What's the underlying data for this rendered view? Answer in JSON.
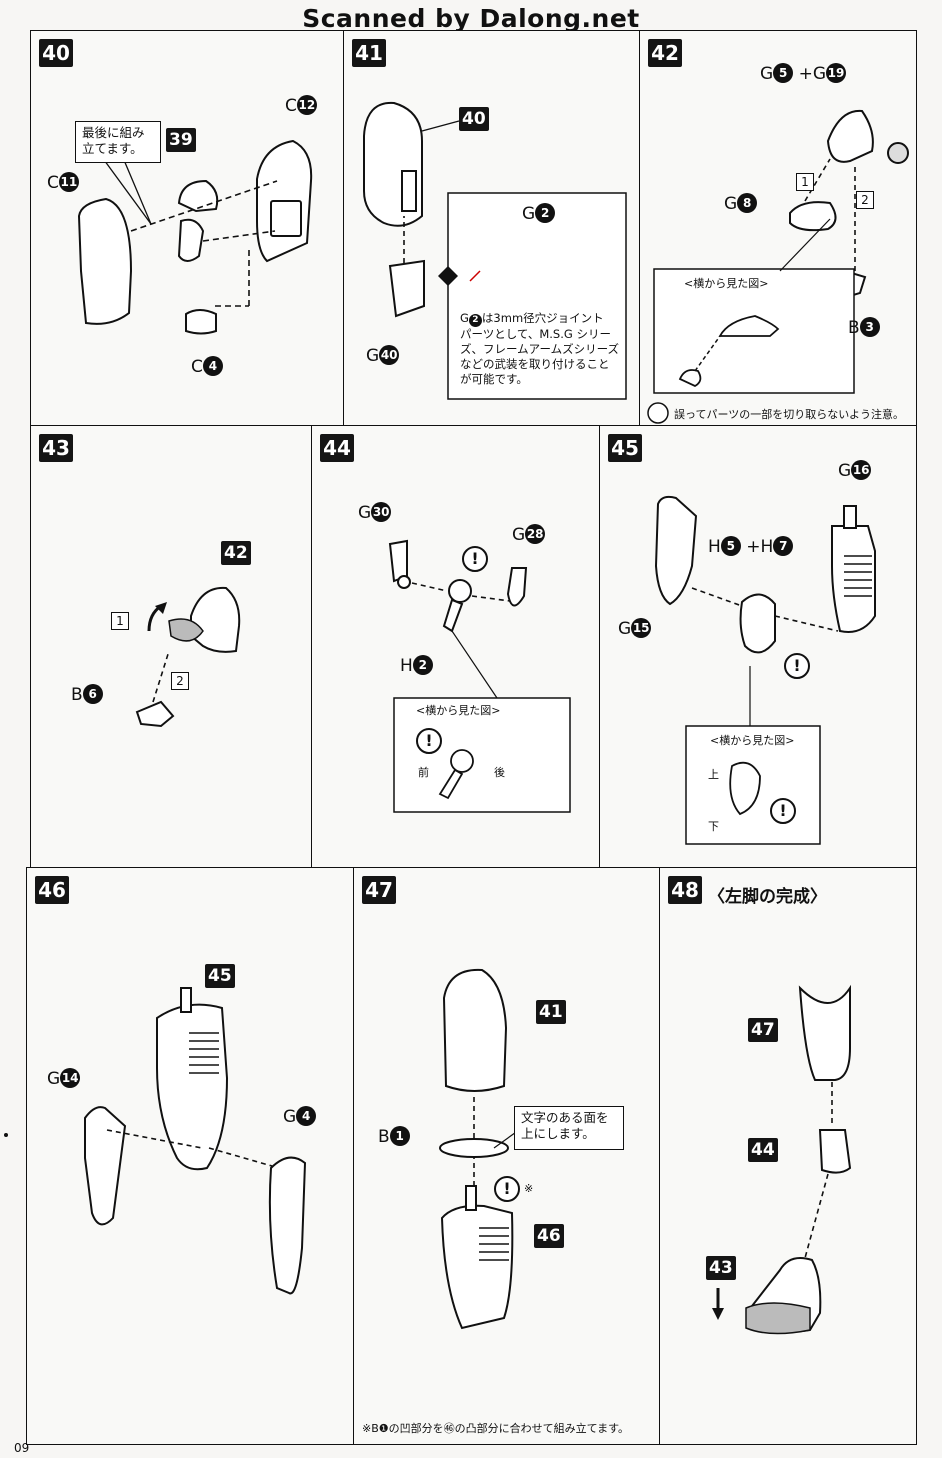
{
  "watermark": "Scanned by Dalong.net",
  "page_number": "09",
  "steps": {
    "s40": {
      "number": "40",
      "note": "最後に組み\n立てます。",
      "parts": {
        "c12_prefix": "C",
        "c12_num": "12",
        "c11_prefix": "C",
        "c11_num": "11",
        "c4_prefix": "C",
        "c4_num": "4",
        "ref39": "39"
      }
    },
    "s41": {
      "number": "41",
      "ref40": "40",
      "g2_prefix": "G",
      "g2_num": "2",
      "g40_prefix": "G",
      "g40_num": "40",
      "g2_note_prefix": "G",
      "g2_note_num": "2",
      "note": "は3mm径穴ジョイント\nパーツとして、M.S.G シリー\nズ、フレームアームズシリーズ\nなどの武装を取り付けること\nが可能です。"
    },
    "s42": {
      "number": "42",
      "header_a": "G",
      "header_a_num": "5",
      "header_plus": "+",
      "header_b": "G",
      "header_b_num": "19",
      "g8_prefix": "G",
      "g8_num": "8",
      "b3_prefix": "B",
      "b3_num": "3",
      "sq1": "1",
      "sq2": "2",
      "side_view": "<横から見た図>",
      "caution": "誤ってパーツの一部を切り取らないよう注意。"
    },
    "s43": {
      "number": "43",
      "ref42": "42",
      "b6_prefix": "B",
      "b6_num": "6",
      "sq1": "1",
      "sq2": "2"
    },
    "s44": {
      "number": "44",
      "g30_prefix": "G",
      "g30_num": "30",
      "g28_prefix": "G",
      "g28_num": "28",
      "h2_prefix": "H",
      "h2_num": "2",
      "side_view": "<横から見た図>",
      "front": "前",
      "back": "後",
      "warn": "!"
    },
    "s45": {
      "number": "45",
      "g16_prefix": "G",
      "g16_num": "16",
      "h5_prefix": "H",
      "h5_num": "5",
      "plus": "+",
      "h7_prefix": "H",
      "h7_num": "7",
      "g15_prefix": "G",
      "g15_num": "15",
      "side_view": "<横から見た図>",
      "up": "上",
      "down": "下",
      "warn": "!"
    },
    "s46": {
      "number": "46",
      "ref45": "45",
      "g14_prefix": "G",
      "g14_num": "14",
      "g4_prefix": "G",
      "g4_num": "4"
    },
    "s47": {
      "number": "47",
      "ref41": "41",
      "ref46": "46",
      "b1_prefix": "B",
      "b1_num": "1",
      "note": "文字のある面を\n上にします。",
      "asterisk": "※",
      "footnote": "※B❶の凹部分を㊻の凸部分に合わせて組み立てます。",
      "warn": "!"
    },
    "s48": {
      "number": "48",
      "title": "〈左脚の完成〉",
      "ref47": "47",
      "ref44": "44",
      "ref43": "43"
    }
  }
}
